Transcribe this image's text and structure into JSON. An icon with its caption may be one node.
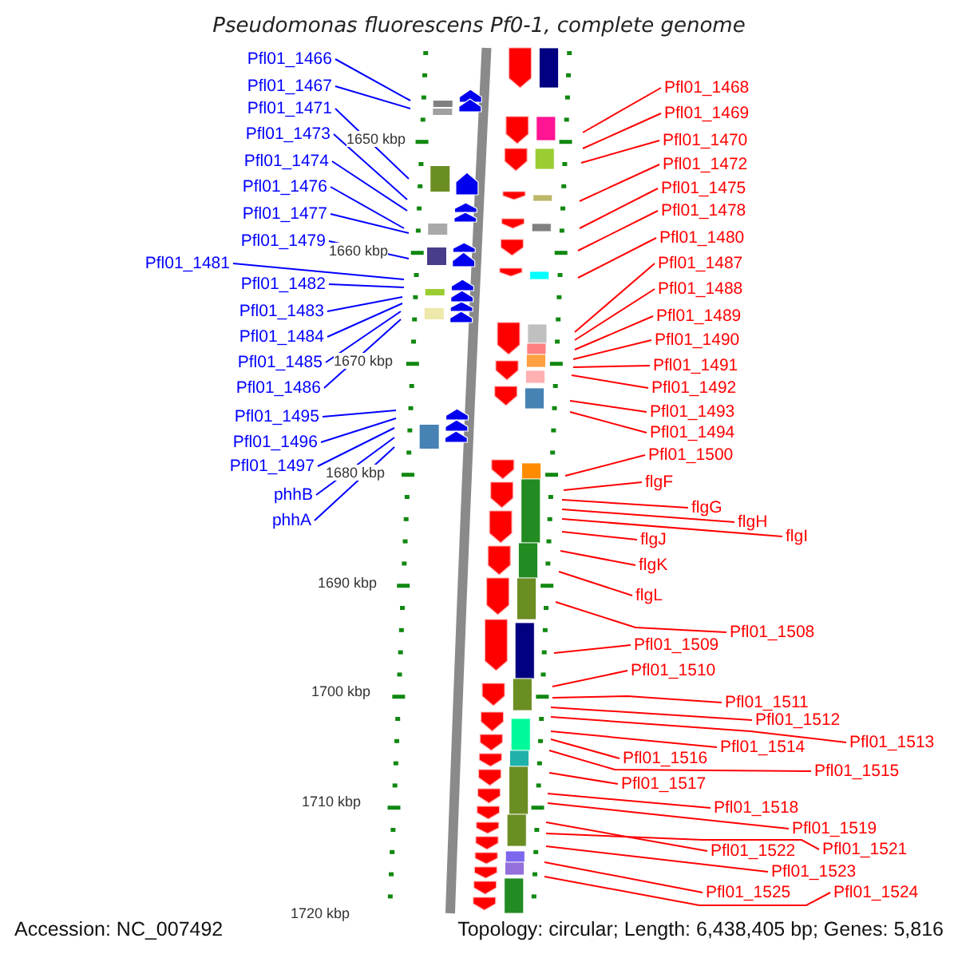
{
  "diagram": {
    "title": "Pseudomonas fluorescens Pf0-1, complete genome",
    "nodes": [
      {
        "text": [
          "Pfl01_1466"
        ]
      },
      {
        "text": [
          "Pfl01_1467"
        ]
      },
      {
        "text": [
          "Pfl01_1471"
        ]
      },
      {
        "text": [
          "Pfl01_1473"
        ]
      },
      {
        "text": [
          "Pfl01_1474"
        ]
      },
      {
        "text": [
          "Pfl01_1476"
        ]
      },
      {
        "text": [
          "Pfl01_1477"
        ]
      },
      {
        "text": [
          "Pfl01_1479"
        ]
      },
      {
        "text": [
          "Pfl01_1481"
        ]
      },
      {
        "text": [
          "Pfl01_1482"
        ]
      },
      {
        "text": [
          "Pfl01_1483"
        ]
      },
      {
        "text": [
          "Pfl01_1484"
        ]
      },
      {
        "text": [
          "Pfl01_1485"
        ]
      },
      {
        "text": [
          "Pfl01_1486"
        ]
      },
      {
        "text": [
          "Pfl01_1495"
        ]
      },
      {
        "text": [
          "Pfl01_1496"
        ]
      },
      {
        "text": [
          "Pfl01_1497"
        ]
      },
      {
        "text": [
          "phhB"
        ]
      },
      {
        "text": [
          "phhA"
        ]
      },
      {
        "text": [
          "Pfl01_1468"
        ]
      },
      {
        "text": [
          "Pfl01_1469"
        ]
      },
      {
        "text": [
          "Pfl01_1470"
        ]
      },
      {
        "text": [
          "Pfl01_1472"
        ]
      },
      {
        "text": [
          "Pfl01_1475"
        ]
      },
      {
        "text": [
          "Pfl01_1478"
        ]
      },
      {
        "text": [
          "Pfl01_1480"
        ]
      },
      {
        "text": [
          "Pfl01_1487"
        ]
      },
      {
        "text": [
          "Pfl01_1488"
        ]
      },
      {
        "text": [
          "Pfl01_1489"
        ]
      },
      {
        "text": [
          "Pfl01_1490"
        ]
      },
      {
        "text": [
          "Pfl01_1491"
        ]
      },
      {
        "text": [
          "Pfl01_1492"
        ]
      },
      {
        "text": [
          "Pfl01_1493"
        ]
      },
      {
        "text": [
          "Pfl01_1494"
        ]
      },
      {
        "text": [
          "Pfl01_1500"
        ]
      },
      {
        "text": [
          "flgF"
        ]
      },
      {
        "text": [
          "flgG"
        ]
      },
      {
        "text": [
          "flgH"
        ]
      },
      {
        "text": [
          "flgI"
        ]
      },
      {
        "text": [
          "flgJ"
        ]
      },
      {
        "text": [
          "flgK"
        ]
      },
      {
        "text": [
          "flgL"
        ]
      },
      {
        "text": [
          "Pfl01_1508"
        ]
      },
      {
        "text": [
          "Pfl01_1509"
        ]
      },
      {
        "text": [
          "Pfl01_1510"
        ]
      },
      {
        "text": [
          "Pfl01_1511"
        ]
      },
      {
        "text": [
          "Pfl01_1512"
        ]
      },
      {
        "text": [
          "Pfl01_1513"
        ]
      },
      {
        "text": [
          "Pfl01_1514"
        ]
      },
      {
        "text": [
          "Pfl01_1516"
        ]
      },
      {
        "text": [
          "Pfl01_1515"
        ]
      },
      {
        "text": [
          "Pfl01_1517"
        ]
      },
      {
        "text": [
          "Pfl01_1518"
        ]
      },
      {
        "text": [
          "Pfl01_1519"
        ]
      },
      {
        "text": [
          "Pfl01_1522"
        ]
      },
      {
        "text": [
          "Pfl01_1521"
        ]
      },
      {
        "text": [
          "Pfl01_1523"
        ]
      },
      {
        "text": [
          "Pfl01_1525"
        ]
      },
      {
        "text": [
          "Pfl01_1524"
        ]
      }
    ],
    "edges": [
      {
        "from": 0,
        "to": null,
        "arrow": "none",
        "color": "#0000ff"
      },
      {
        "from": 1,
        "to": null,
        "arrow": "none",
        "color": "#0000ff"
      },
      {
        "from": 2,
        "to": null,
        "arrow": "none",
        "color": "#0000ff"
      },
      {
        "from": 3,
        "to": null,
        "arrow": "none",
        "color": "#0000ff"
      },
      {
        "from": 4,
        "to": null,
        "arrow": "none",
        "color": "#0000ff"
      },
      {
        "from": 5,
        "to": null,
        "arrow": "none",
        "color": "#0000ff"
      },
      {
        "from": 6,
        "to": null,
        "arrow": "none",
        "color": "#0000ff"
      },
      {
        "from": 7,
        "to": null,
        "arrow": "none",
        "color": "#0000ff"
      },
      {
        "from": 8,
        "to": null,
        "arrow": "none",
        "color": "#0000ff"
      },
      {
        "from": 9,
        "to": null,
        "arrow": "none",
        "color": "#0000ff"
      },
      {
        "from": 10,
        "to": null,
        "arrow": "none",
        "color": "#0000ff"
      },
      {
        "from": 11,
        "to": null,
        "arrow": "none",
        "color": "#0000ff"
      },
      {
        "from": 12,
        "to": null,
        "arrow": "none",
        "color": "#0000ff"
      },
      {
        "from": 13,
        "to": null,
        "arrow": "none",
        "color": "#0000ff"
      },
      {
        "from": 14,
        "to": null,
        "arrow": "none",
        "color": "#0000ff"
      },
      {
        "from": 15,
        "to": null,
        "arrow": "none",
        "color": "#0000ff"
      },
      {
        "from": 16,
        "to": null,
        "arrow": "none",
        "color": "#0000ff"
      },
      {
        "from": 17,
        "to": null,
        "arrow": "none",
        "color": "#0000ff"
      },
      {
        "from": 18,
        "to": null,
        "arrow": "none",
        "color": "#0000ff"
      },
      {
        "from": 19,
        "to": null,
        "arrow": "none"
      },
      {
        "from": 20,
        "to": null,
        "arrow": "none"
      },
      {
        "from": 21,
        "to": null,
        "arrow": "none"
      },
      {
        "from": 22,
        "to": null,
        "arrow": "none"
      },
      {
        "from": 23,
        "to": null,
        "arrow": "none"
      },
      {
        "from": 24,
        "to": null,
        "arrow": "none"
      },
      {
        "from": 25,
        "to": null,
        "arrow": "none"
      },
      {
        "from": 26,
        "to": null,
        "arrow": "none"
      },
      {
        "from": 27,
        "to": null,
        "arrow": "none"
      },
      {
        "from": 28,
        "to": null,
        "arrow": "none"
      },
      {
        "from": 29,
        "to": null,
        "arrow": "none"
      },
      {
        "from": 30,
        "to": null,
        "arrow": "none"
      },
      {
        "from": 31,
        "to": null,
        "arrow": "none"
      },
      {
        "from": 32,
        "to": null,
        "arrow": "none"
      },
      {
        "from": 33,
        "to": null,
        "arrow": "none"
      },
      {
        "from": 34,
        "to": null,
        "arrow": "none"
      },
      {
        "from": 35,
        "to": null,
        "arrow": "none"
      },
      {
        "from": 36,
        "to": null,
        "arrow": "none"
      },
      {
        "from": 37,
        "to": null,
        "arrow": "none"
      },
      {
        "from": 38,
        "to": null,
        "arrow": "none"
      },
      {
        "from": 39,
        "to": null,
        "arrow": "none"
      },
      {
        "from": 40,
        "to": null,
        "arrow": "none"
      },
      {
        "from": 41,
        "to": null,
        "arrow": "none"
      },
      {
        "from": 42,
        "to": null,
        "arrow": "none"
      },
      {
        "from": 43,
        "to": null,
        "arrow": "none"
      },
      {
        "from": 44,
        "to": null,
        "arrow": "none"
      },
      {
        "from": 45,
        "to": null,
        "arrow": "none"
      },
      {
        "from": 46,
        "to": null,
        "arrow": "none"
      },
      {
        "from": 47,
        "to": null,
        "arrow": "none"
      },
      {
        "from": 48,
        "to": null,
        "arrow": "none"
      },
      {
        "from": 49,
        "to": null,
        "arrow": "none"
      },
      {
        "from": 50,
        "to": null,
        "arrow": "none"
      },
      {
        "from": 51,
        "to": null,
        "arrow": "none"
      },
      {
        "from": 52,
        "to": null,
        "arrow": "none"
      },
      {
        "from": 53,
        "to": null,
        "arrow": "none"
      },
      {
        "from": 54,
        "to": null,
        "arrow": "none"
      },
      {
        "from": 55,
        "to": null,
        "arrow": "none"
      },
      {
        "from": 56,
        "to": null,
        "arrow": "none"
      },
      {
        "from": 57,
        "to": null,
        "arrow": "none"
      },
      {
        "from": 58,
        "to": null,
        "arrow": "none"
      }
    ],
    "labels": [
      "1650 kbp",
      "1660 kbp",
      "1670 kbp",
      "1680 kbp",
      "1690 kbp",
      "1700 kbp",
      "1710 kbp",
      "1720 kbp",
      "Accession: NC_007492",
      "Topology: circular; Length: 6,438,405 bp; Genes: 5,816"
    ]
  }
}
